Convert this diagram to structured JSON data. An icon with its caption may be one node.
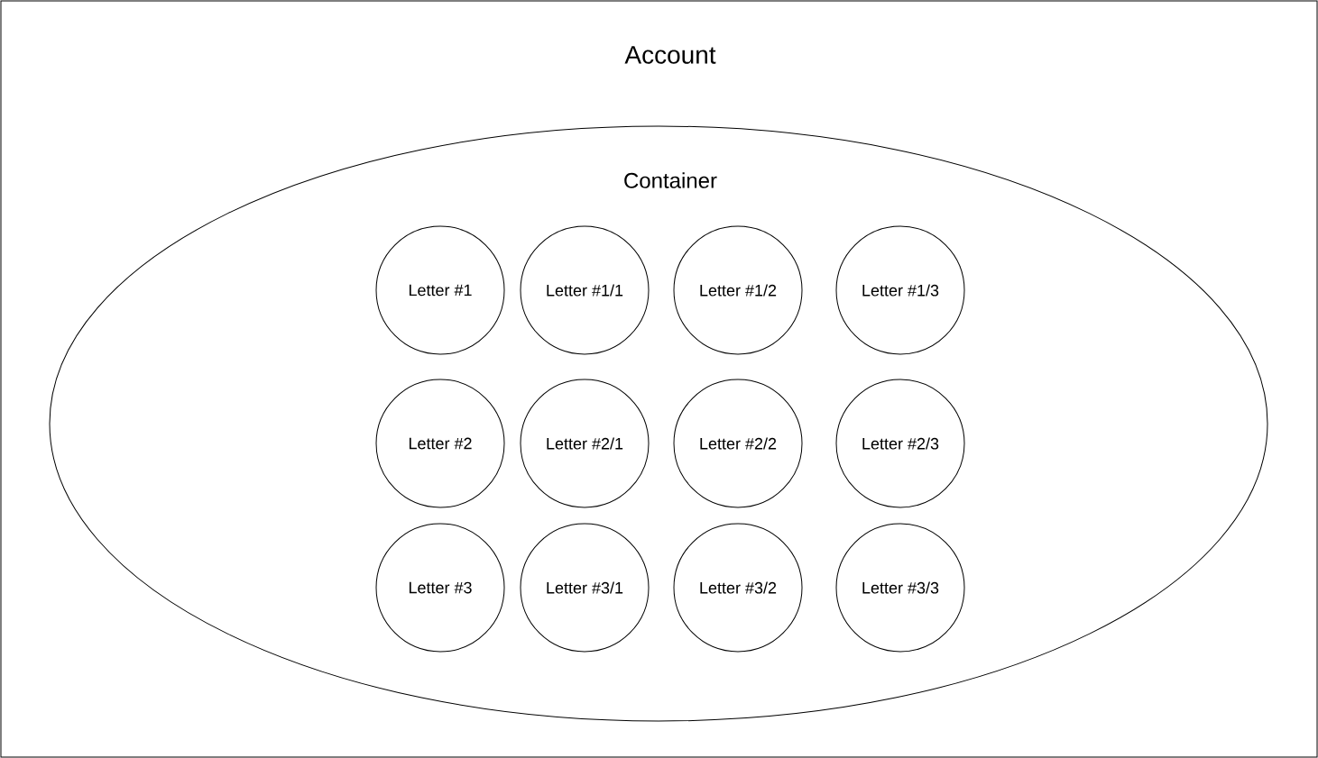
{
  "diagram": {
    "nodes": [
      {
        "text": [
          "Account"
        ]
      },
      {
        "text": [
          "Container"
        ],
        "in": 0
      },
      {
        "text": [
          "Letter #1"
        ],
        "in": 1
      },
      {
        "text": [
          "Letter #1/1"
        ],
        "in": 1
      },
      {
        "text": [
          "Letter #1/2"
        ],
        "in": 1
      },
      {
        "text": [
          "Letter #1/3"
        ],
        "in": 1
      },
      {
        "text": [
          "Letter #2"
        ],
        "in": 1
      },
      {
        "text": [
          "Letter #2/1"
        ],
        "in": 1
      },
      {
        "text": [
          "Letter #2/2"
        ],
        "in": 1
      },
      {
        "text": [
          "Letter #2/3"
        ],
        "in": 1
      },
      {
        "text": [
          "Letter #3"
        ],
        "in": 1
      },
      {
        "text": [
          "Letter #3/1"
        ],
        "in": 1
      },
      {
        "text": [
          "Letter #3/2"
        ],
        "in": 1
      },
      {
        "text": [
          "Letter #3/3"
        ],
        "in": 1
      }
    ]
  }
}
